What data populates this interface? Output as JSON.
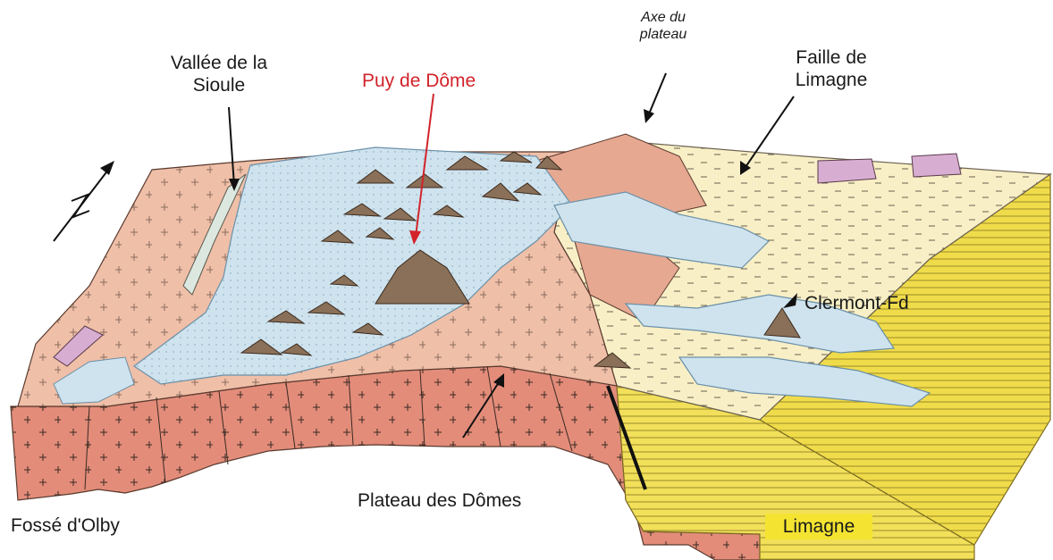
{
  "labels": {
    "vallee_sioule": "Vallée de la\nSioule",
    "puy_de_dome": "Puy de Dôme",
    "axe_plateau": "Axe du\nplateau",
    "faille_limagne": "Faille de\nLimagne",
    "clermont": "Clermont-Fd",
    "plateau_domes": "Plateau des Dômes",
    "fosse_olby": "Fossé d'Olby",
    "limagne": "Limagne"
  },
  "colors": {
    "granite": "#e38c7a",
    "surface_rose": "#efbfa8",
    "lava_flow": "#cfe3ee",
    "limagne_surface": "#f8efc6",
    "sediment_yellow": "#f2e05a",
    "volcano_brown": "#8a7058",
    "highlight_red": "#d2232a",
    "mauve_outcrop": "#d7aed1"
  },
  "icons": {
    "north_arrow": "north-arrow-icon"
  }
}
